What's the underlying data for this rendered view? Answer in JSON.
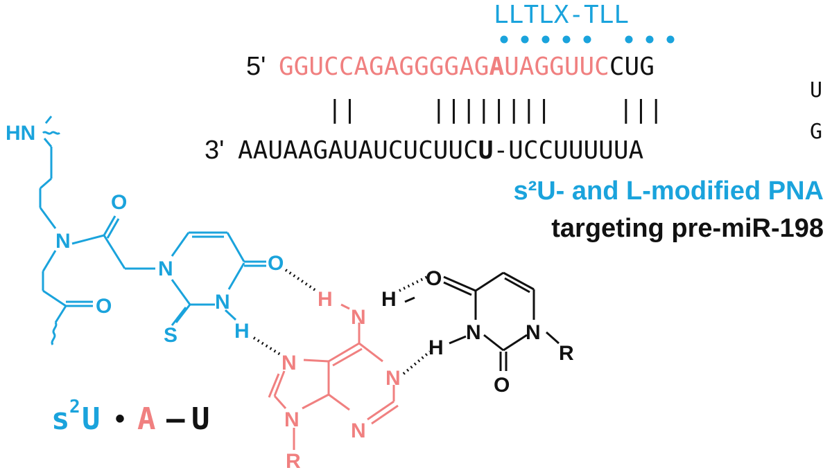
{
  "colors": {
    "blue": "#1aa3dc",
    "pink": "#f08080",
    "black": "#111111"
  },
  "sequence": {
    "pna_letters": "LLTLX-TLL",
    "top_prefix": "5'",
    "top_pink_a": "GGUCCAGAGGGGAG",
    "top_pink_mark": "A",
    "top_pink_b": "UAGGUUC",
    "top_black": "CUG",
    "loop_u": "U",
    "loop_g": "G",
    "pair_bars_1": "||",
    "pair_bars_2": "||||||||",
    "pair_bars_3": "|||",
    "bottom_prefix": "3'",
    "bottom_a": "AAUAAGAUAUCUCUUC",
    "bottom_mark": "U",
    "bottom_b": "-UCCUUUUUA"
  },
  "caption": {
    "line1": "s²U- and L-modified PNA",
    "line2": "targeting pre-miR-198"
  },
  "chemistry": {
    "backbone_hn": "HN",
    "backbone_n": "N",
    "amide_o": "O",
    "linker_o": "O",
    "s2u_n1": "N",
    "s2u_o4": "O",
    "s2u_n3": "N",
    "s2u_h3": "H",
    "s2u_s": "S",
    "ade_h": "H",
    "ade_n6": "N",
    "ade_n7": "N",
    "ade_n1": "N",
    "ade_n9": "N",
    "ade_n3": "N",
    "ade_r": "R",
    "ura_h6": "H",
    "ura_o4": "O",
    "ura_n3": "N",
    "ura_h3": "H",
    "ura_n1": "N",
    "ura_r": "R",
    "ura_o2": "O"
  },
  "label": {
    "s": "s",
    "sup": "2",
    "u": "U",
    "dot": "•",
    "a": "A",
    "dash": "–",
    "u2": "U"
  }
}
